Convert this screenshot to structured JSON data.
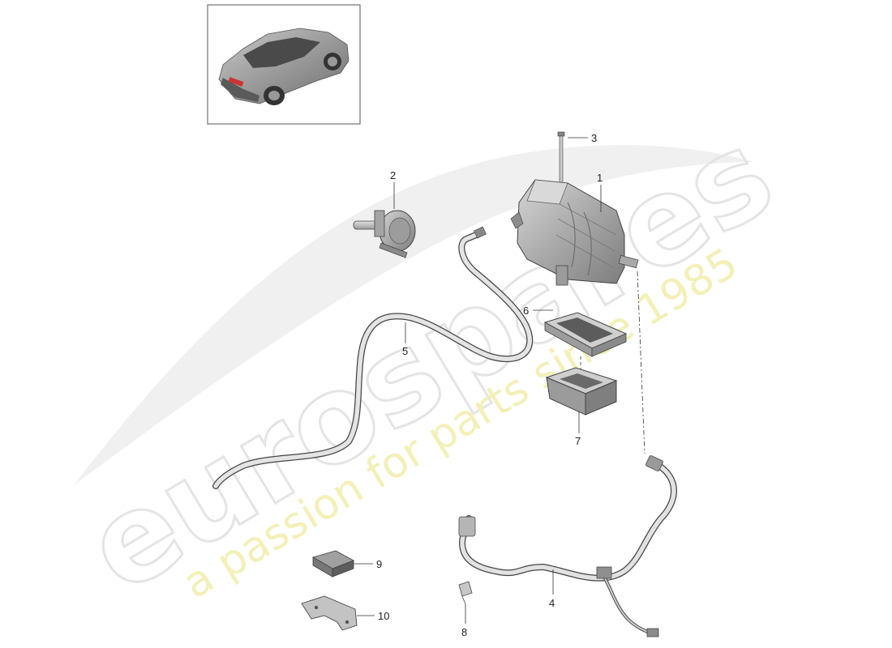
{
  "diagram": {
    "watermark": {
      "brand": "eurospares",
      "tagline": "a passion for parts since 1985"
    },
    "thumbnail": {
      "subject": "car-thumbnail"
    },
    "callouts": [
      {
        "id": "1",
        "label": "1"
      },
      {
        "id": "2",
        "label": "2"
      },
      {
        "id": "3",
        "label": "3"
      },
      {
        "id": "4",
        "label": "4"
      },
      {
        "id": "5",
        "label": "5"
      },
      {
        "id": "6",
        "label": "6"
      },
      {
        "id": "7",
        "label": "7"
      },
      {
        "id": "8",
        "label": "8"
      },
      {
        "id": "9",
        "label": "9"
      },
      {
        "id": "10",
        "label": "10"
      }
    ],
    "colors": {
      "line": "#333333",
      "part_fill": "#b9b9b9",
      "part_dark": "#7a7a7a",
      "watermark_gray": "#e6e6e6",
      "watermark_yellow": "#f3f0b8"
    }
  }
}
